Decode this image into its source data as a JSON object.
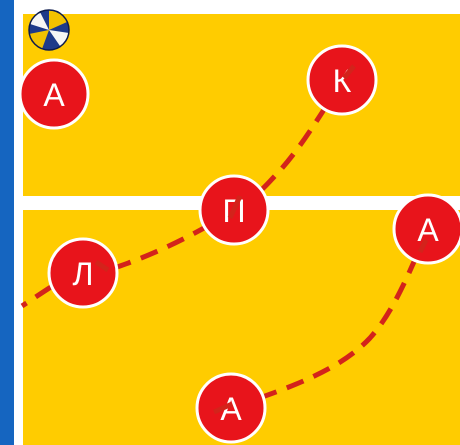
{
  "court": {
    "floor_color": "#FFCC00",
    "line_color": "#FFFFFF",
    "sideline_color": "#1565C0"
  },
  "path_color": "#D3231B",
  "ball": {
    "icon": "volleyball-icon"
  },
  "players": [
    {
      "id": "player-a-top-left",
      "label": "А"
    },
    {
      "id": "player-k",
      "label": "К"
    },
    {
      "id": "player-p",
      "label": "П"
    },
    {
      "id": "player-l",
      "label": "Л"
    },
    {
      "id": "player-a-right",
      "label": "А"
    },
    {
      "id": "player-a-bottom",
      "label": "А"
    }
  ],
  "marker_color": "#E8141B"
}
